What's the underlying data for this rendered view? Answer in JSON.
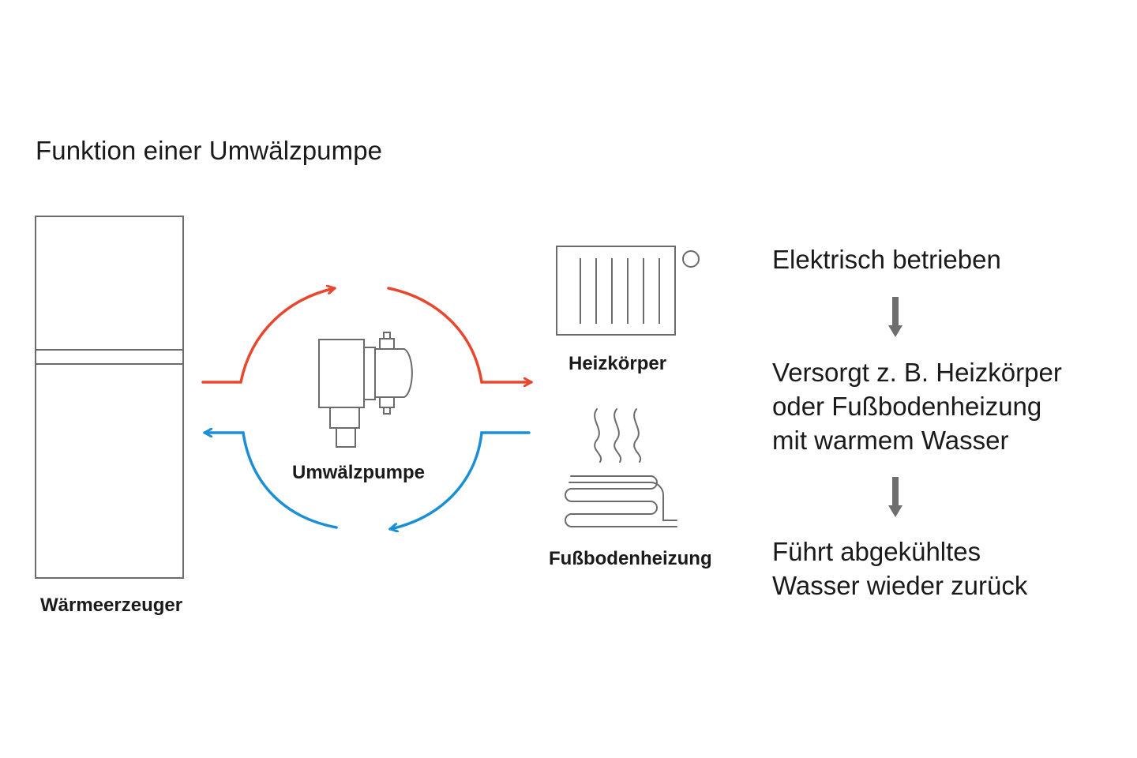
{
  "title": "Funktion einer Umwälzpumpe",
  "labels": {
    "generator": "Wärmeerzeuger",
    "pump": "Umwälzpumpe",
    "radiator": "Heizkörper",
    "floor_heating": "Fußbodenheizung"
  },
  "steps": [
    {
      "lines": [
        "Elektrisch betrieben"
      ]
    },
    {
      "lines": [
        "Versorgt z. B. Heizkörper",
        "oder Fußbodenheizung",
        "mit warmem Wasser"
      ]
    },
    {
      "lines": [
        "Führt abgekühltes",
        "Wasser wieder zurück"
      ]
    }
  ],
  "colors": {
    "supply": "#e8472e",
    "return": "#1b8fd6",
    "outline": "#6b6b6b",
    "step_arrow": "#6e6e6e",
    "text": "#1a1a1a"
  }
}
